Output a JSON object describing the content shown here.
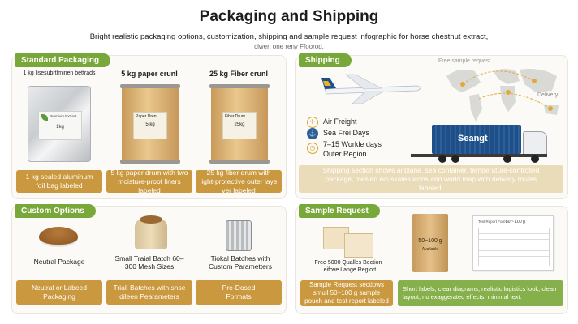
{
  "header": {
    "title": "Packaging and Shipping",
    "subtitle": "Bright realistic packaging options, customization, shipping and sample request infographic for horse chestnut extract,",
    "subtitle2": "clwen one reny Ffoorod."
  },
  "standard": {
    "tag": "Standard Packaging",
    "items": [
      {
        "top": "1 kg lisesubrtlminen bettrads",
        "bag_label": "Premium Extract",
        "bag_size": "1kg",
        "caption": "1 kg sealed aluminum foil bag labeled"
      },
      {
        "top": "5 kg paper crunl",
        "drum_label": "Paper Drent",
        "drum_size": "5 kg",
        "caption": "5 kg paper drum with two moisture-proof liners labeled"
      },
      {
        "top": "25 kg Fiber crunl",
        "drum_label": "Fiber Drum",
        "drum_size": "25kg",
        "caption": "25 kg fiber drum with light-protective outer laye ver labeled"
      }
    ]
  },
  "shipping": {
    "tag": "Shipping",
    "map_label": "Free sample request",
    "delivery_label": "Delivery",
    "air": "Air Freight",
    "sea": "Sea Frei Days",
    "days": "7–15 Workle days",
    "region": "Outer Region",
    "container_brand": "Seangt",
    "caption": "Shipping section shows airplane, sea container, temperature-controlled package, mesied ein skates icons and world map with delivery routes labeled."
  },
  "custom": {
    "tag": "Custom Options",
    "items": [
      {
        "label": "Neutral Package",
        "caption": "Neutral or Labeed Packaging"
      },
      {
        "label": "Small Traial Batch 60–300 Mesh Sizes",
        "caption": "Triall Batches with snse dileen Pearameters"
      },
      {
        "label": "Tiokal Batches with Custom Parametters",
        "caption": "Pre-Dosed Formats"
      }
    ]
  },
  "sample": {
    "tag": "Sample Request",
    "box_text": "Free 5000 Qualles Bection Leifove Lange Regiort",
    "pouch_label": "50~100 g",
    "pouch_sub": "Available",
    "report_title": "Test Report Form",
    "report_header": "50 ~ 100 g",
    "caption_left": "Sample Request sectiows smull 50~100 g sample pouch and test report labeled",
    "caption_right": "Short labels, clear diagrams, realistic logistics look, clean layout, no exaggerated effects, minimal text."
  }
}
